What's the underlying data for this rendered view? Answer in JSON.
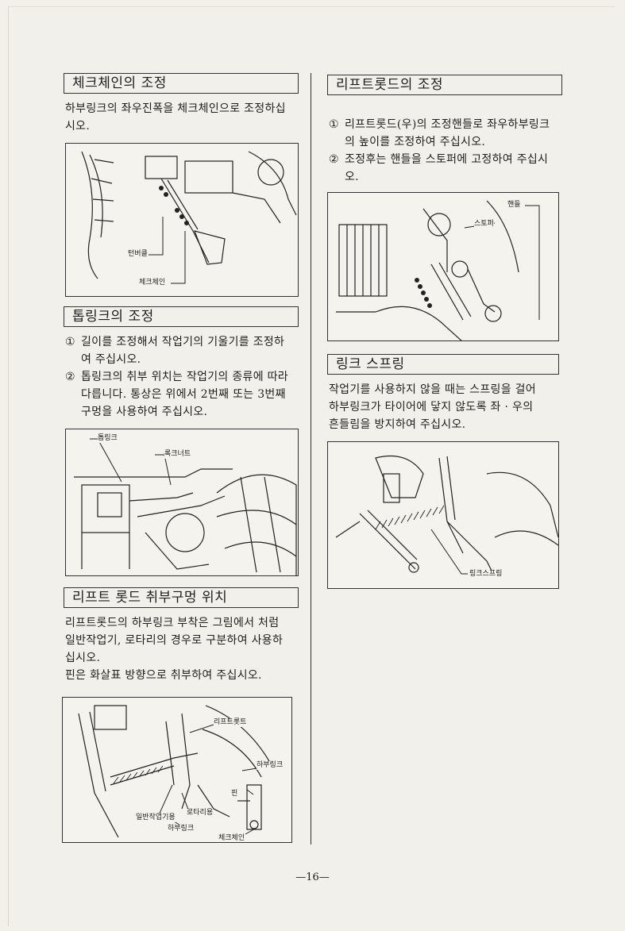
{
  "page_number": "—16—",
  "left": {
    "check_chain": {
      "heading": "체크체인의 조정",
      "body": [
        "하부링크의 좌우진폭을 체크체인으로 조정하십",
        "시오."
      ],
      "labels": {
        "turnbuckle": "턴버클",
        "check_chain": "체크체인"
      }
    },
    "top_link": {
      "heading": "톱링크의 조정",
      "items": [
        {
          "num": "①",
          "lines": [
            "길이를 조정해서 작업기의 기울기를 조정하",
            "여 주십시오."
          ]
        },
        {
          "num": "②",
          "lines": [
            "톱링크의 취부 위치는 작업기의 종류에 따라",
            "다릅니다. 통상은 위에서 2번째 또는 3번째",
            "구멍을 사용하여 주십시오."
          ]
        }
      ],
      "labels": {
        "top_link": "톱링크",
        "lock_nut": "록크너트"
      }
    },
    "lift_rod_holes": {
      "heading": "리프트 롯드 취부구멍 위치",
      "body": [
        "리프트롯드의 하부링크 부착은 그림에서 처럼",
        "일반작업기, 로타리의 경우로 구분하여 사용하",
        "십시오.",
        "핀은 화살표 방향으로 취부하여 주십시오."
      ],
      "labels": {
        "lift_rod": "리프트롯트",
        "lower_link_r": "하부링크",
        "pin": "핀",
        "rotary": "로타리용",
        "general": "일반작업기용",
        "lower_link": "하부링크",
        "check_chain": "체크체인"
      }
    }
  },
  "right": {
    "lift_rod_adjust": {
      "heading": "리프트롯드의 조정",
      "items": [
        {
          "num": "①",
          "lines": [
            "리프트롯드(우)의 조정핸들로 좌우하부링크",
            "의 높이를 조정하여 주십시오."
          ]
        },
        {
          "num": "②",
          "lines": [
            "조정후는 핸들을 스토퍼에 고정하여 주십시",
            "오."
          ]
        }
      ],
      "labels": {
        "handle": "핸들",
        "stopper": "스토퍼"
      }
    },
    "link_spring": {
      "heading": "링크 스프링",
      "body": [
        "작업기를 사용하지 않을 때는 스프링을 걸어",
        "하부링크가 타이어에 닿지 않도록 좌 · 우의",
        "흔들림을 방지하여 주십시오."
      ],
      "labels": {
        "link_spring": "링크스프링"
      }
    }
  }
}
